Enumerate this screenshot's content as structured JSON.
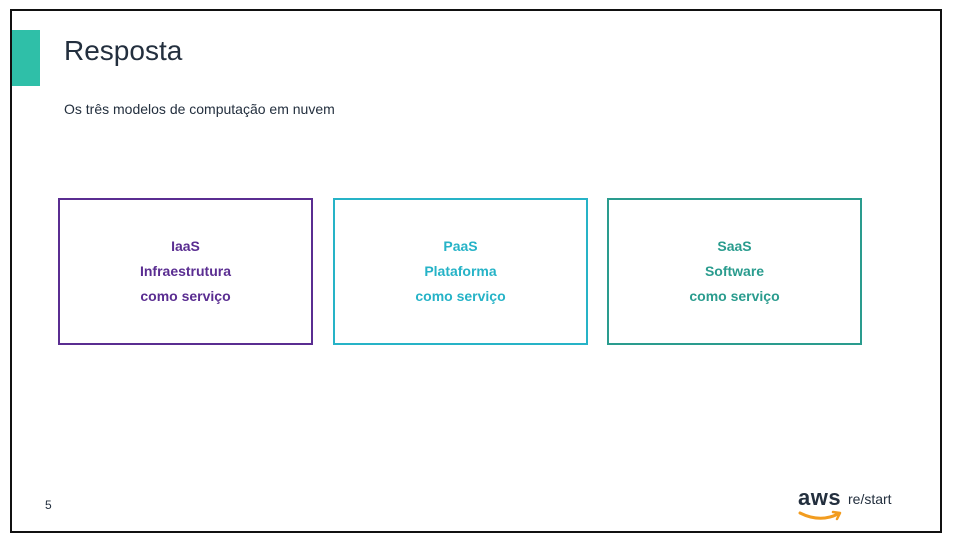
{
  "slide": {
    "title": "Resposta",
    "subtitle": "Os três modelos de computação em nuvem",
    "number": "5",
    "accent_color": "#2fbfa8"
  },
  "cards": [
    {
      "line1": "IaaS",
      "line2": "Infraestrutura",
      "line3": "como serviço",
      "color": "#5a2d91"
    },
    {
      "line1": "PaaS",
      "line2": "Plataforma",
      "line3": "como serviço",
      "color": "#26b3c7"
    },
    {
      "line1": "SaaS",
      "line2": "Software",
      "line3": "como serviço",
      "color": "#2a9c8e"
    }
  ],
  "logo": {
    "aws": "aws",
    "restart": "re/start",
    "smile_color": "#f29c1f"
  }
}
